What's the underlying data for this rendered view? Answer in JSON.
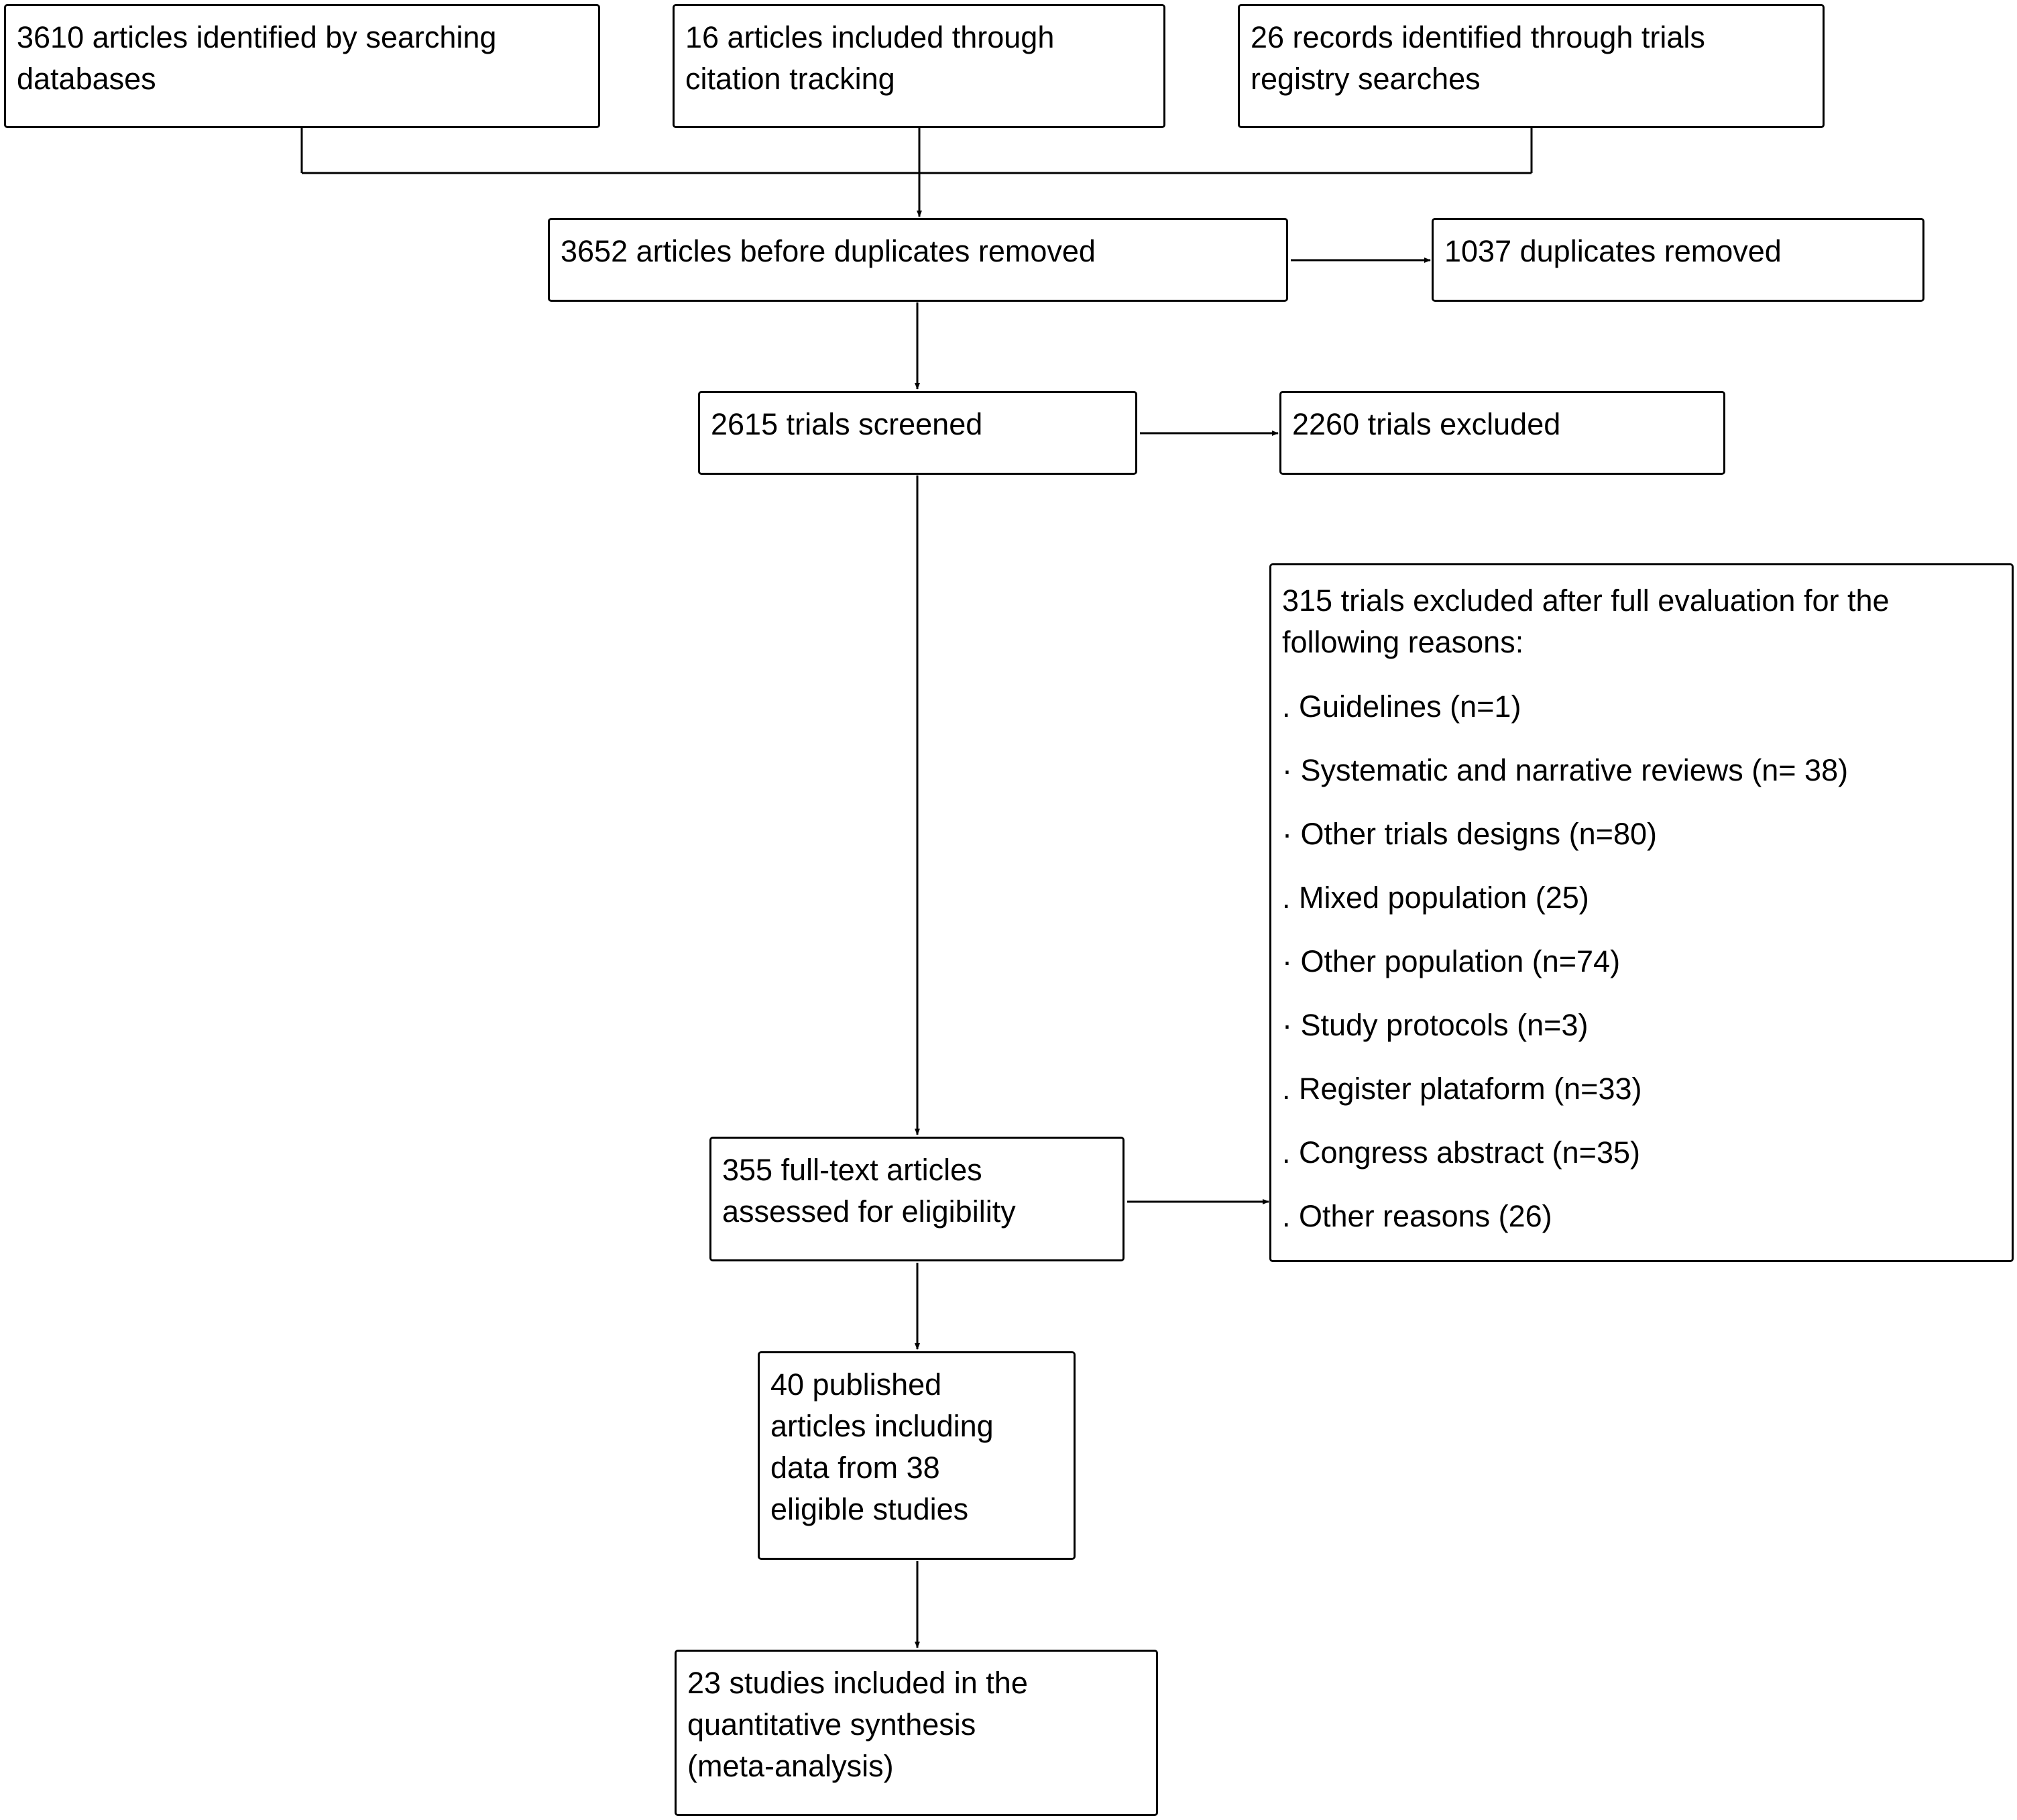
{
  "identification": {
    "databases": [
      "3610 articles identified by searching",
      "databases"
    ],
    "citation": [
      "16 articles included through",
      "citation tracking"
    ],
    "registry": [
      "26 records identified through trials",
      "registry searches"
    ]
  },
  "before_duplicates": "3652 articles before duplicates removed",
  "duplicates_removed": "1037 duplicates removed",
  "screened": "2615 trials screened",
  "screened_excluded": "2260 trials excluded",
  "full_text_excluded": {
    "heading": [
      "315 trials excluded after full evaluation for the",
      "following reasons:"
    ],
    "reasons": [
      ". Guidelines (n=1)",
      "· Systematic and narrative reviews (n= 38)",
      "· Other trials designs (n=80)",
      ". Mixed population (25)",
      "· Other population (n=74)",
      "· Study protocols (n=3)",
      ". Register plataform (n=33)",
      ". Congress abstract (n=35)",
      ". Other reasons (26)"
    ]
  },
  "full_text": [
    "355 full-text articles",
    "assessed for eligibility"
  ],
  "published": [
    "40 published",
    "articles including",
    "data from 38",
    "eligible studies"
  ],
  "included": [
    "23 studies included in the",
    "quantitative synthesis",
    "(meta-analysis)"
  ]
}
